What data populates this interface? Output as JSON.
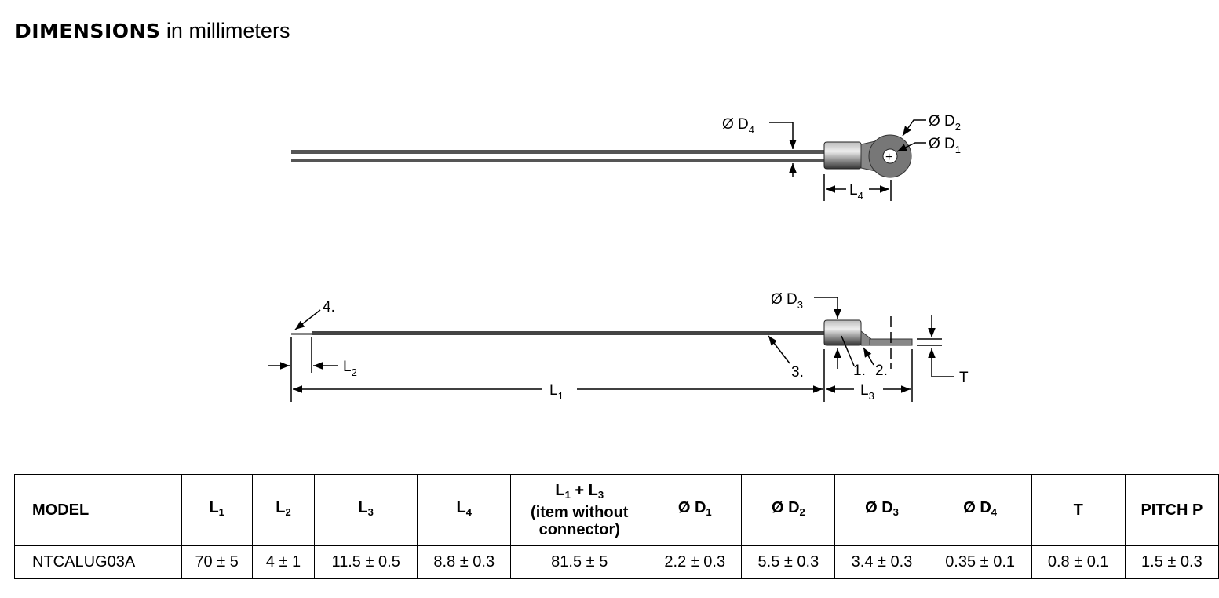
{
  "heading": {
    "bold": "DIMENSIONS",
    "rest": " in millimeters"
  },
  "drawing": {
    "d4": {
      "text": "Ø D",
      "sub": "4"
    },
    "d2": {
      "text": "Ø D",
      "sub": "2"
    },
    "d1": {
      "text": "Ø D",
      "sub": "1"
    },
    "l4": {
      "text": "L",
      "sub": "4"
    },
    "d3": {
      "text": "Ø D",
      "sub": "3"
    },
    "l2": {
      "text": "L",
      "sub": "2"
    },
    "l1": {
      "text": "L",
      "sub": "1"
    },
    "l3": {
      "text": "L",
      "sub": "3"
    },
    "t": "T",
    "callout1": "1.",
    "callout2": "2.",
    "callout3": "3.",
    "callout4": "4."
  },
  "table": {
    "headers": [
      {
        "text": "MODEL",
        "sub": ""
      },
      {
        "text": "L",
        "sub": "1"
      },
      {
        "text": "L",
        "sub": "2"
      },
      {
        "text": "L",
        "sub": "3"
      },
      {
        "text": "L",
        "sub": "4"
      },
      {
        "line1a": "L",
        "sub1": "1",
        "line1b": " + L",
        "sub2": "3",
        "line2": "(item without",
        "line3": "connector)"
      },
      {
        "text": "Ø D",
        "sub": "1"
      },
      {
        "text": "Ø D",
        "sub": "2"
      },
      {
        "text": "Ø D",
        "sub": "3"
      },
      {
        "text": "Ø D",
        "sub": "4"
      },
      {
        "text": "T",
        "sub": ""
      },
      {
        "text": "PITCH P",
        "sub": ""
      }
    ],
    "rows": [
      [
        "NTCALUG03A",
        "70 ± 5",
        "4 ± 1",
        "11.5 ± 0.5",
        "8.8 ± 0.3",
        "81.5 ± 5",
        "2.2 ± 0.3",
        "5.5 ± 0.3",
        "3.4 ± 0.3",
        "0.35 ± 0.1",
        "0.8 ± 0.1",
        "1.5 ± 0.3"
      ]
    ]
  }
}
